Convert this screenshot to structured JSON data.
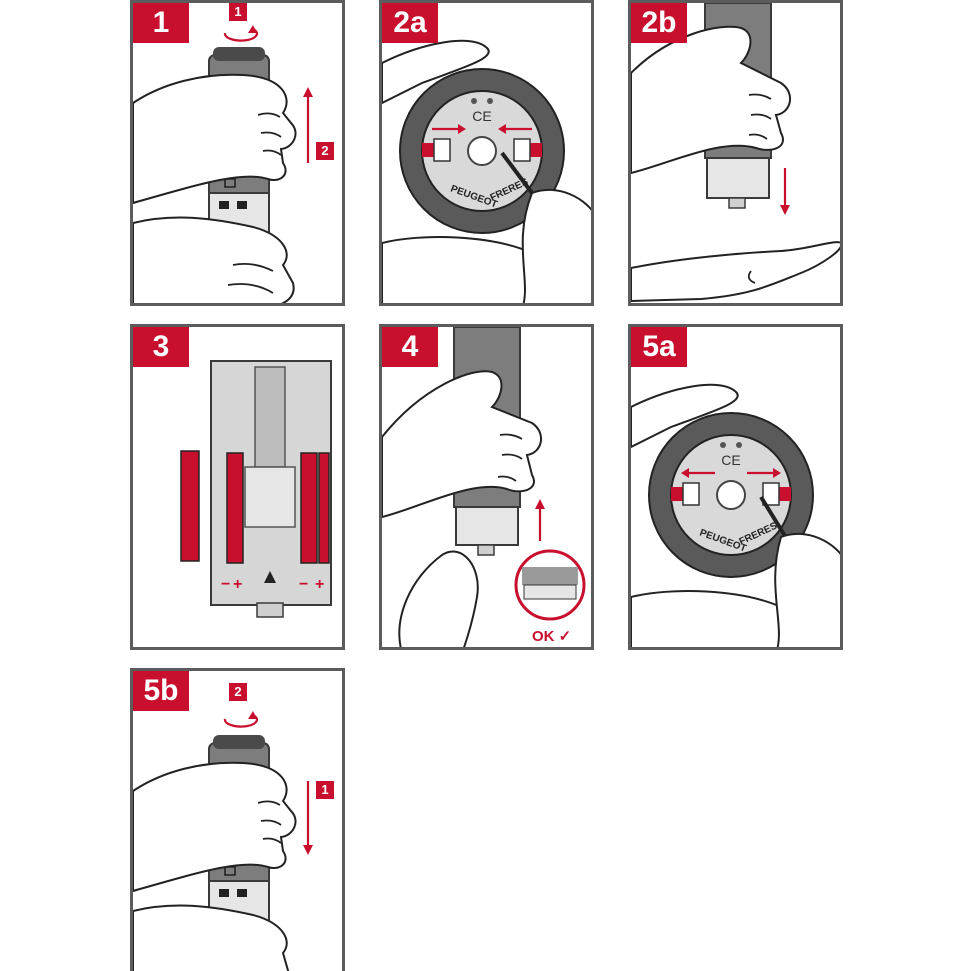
{
  "colors": {
    "accent": "#c8102e",
    "outline": "#5c5c5c",
    "device": "#7d7d7d",
    "device_light": "#cfcfcf",
    "skin": "#ffffff"
  },
  "panels": [
    {
      "id": "1",
      "label": "1",
      "step_a": "1",
      "step_b": "2"
    },
    {
      "id": "2a",
      "label": "2a",
      "mark_ce": "CE",
      "brand_left": "PEUGEOT",
      "brand_right": "FRERES"
    },
    {
      "id": "2b",
      "label": "2b"
    },
    {
      "id": "3",
      "label": "3",
      "sign_minus": "−",
      "sign_plus": "+"
    },
    {
      "id": "4",
      "label": "4",
      "ok_text": "OK"
    },
    {
      "id": "5a",
      "label": "5a",
      "mark_ce": "CE",
      "brand_left": "PEUGEOT",
      "brand_right": "FRERES"
    },
    {
      "id": "5b",
      "label": "5b",
      "step_a": "2",
      "step_b": "1"
    }
  ]
}
